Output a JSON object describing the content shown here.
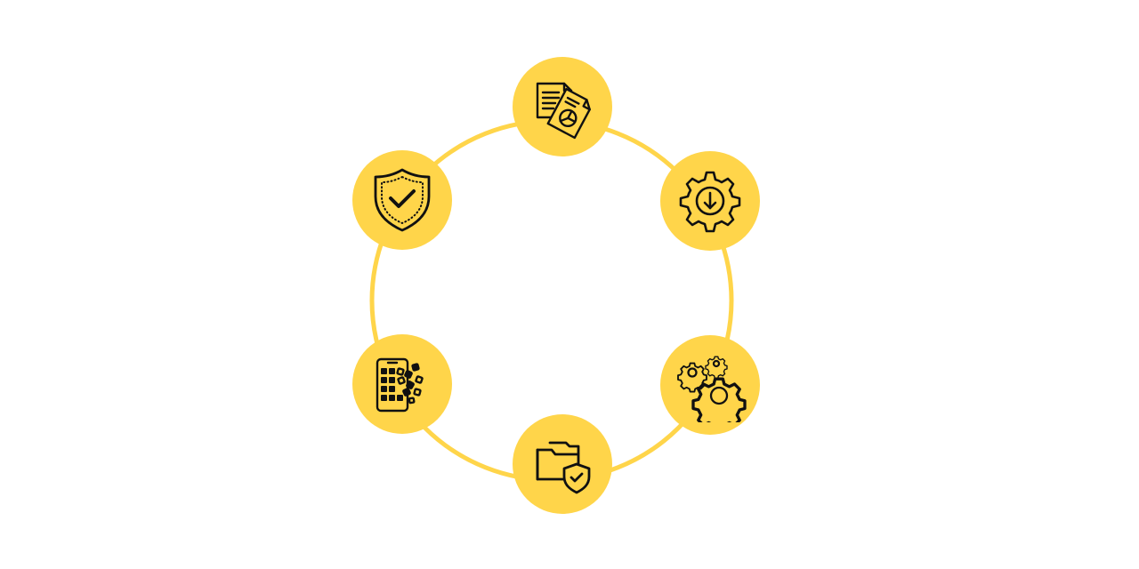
{
  "colors": {
    "accent": "#ffd54a",
    "ring": "#ffd54a",
    "icon_stroke": "#111111",
    "background": "#ffffff"
  },
  "nodes": [
    {
      "position": "top",
      "icon": "document-report-icon"
    },
    {
      "position": "upper-right",
      "icon": "gear-download-icon"
    },
    {
      "position": "lower-right",
      "icon": "gears-icon"
    },
    {
      "position": "bottom",
      "icon": "folder-shield-icon"
    },
    {
      "position": "lower-left",
      "icon": "mobile-app-grid-icon"
    },
    {
      "position": "upper-left",
      "icon": "shield-check-icon"
    }
  ]
}
